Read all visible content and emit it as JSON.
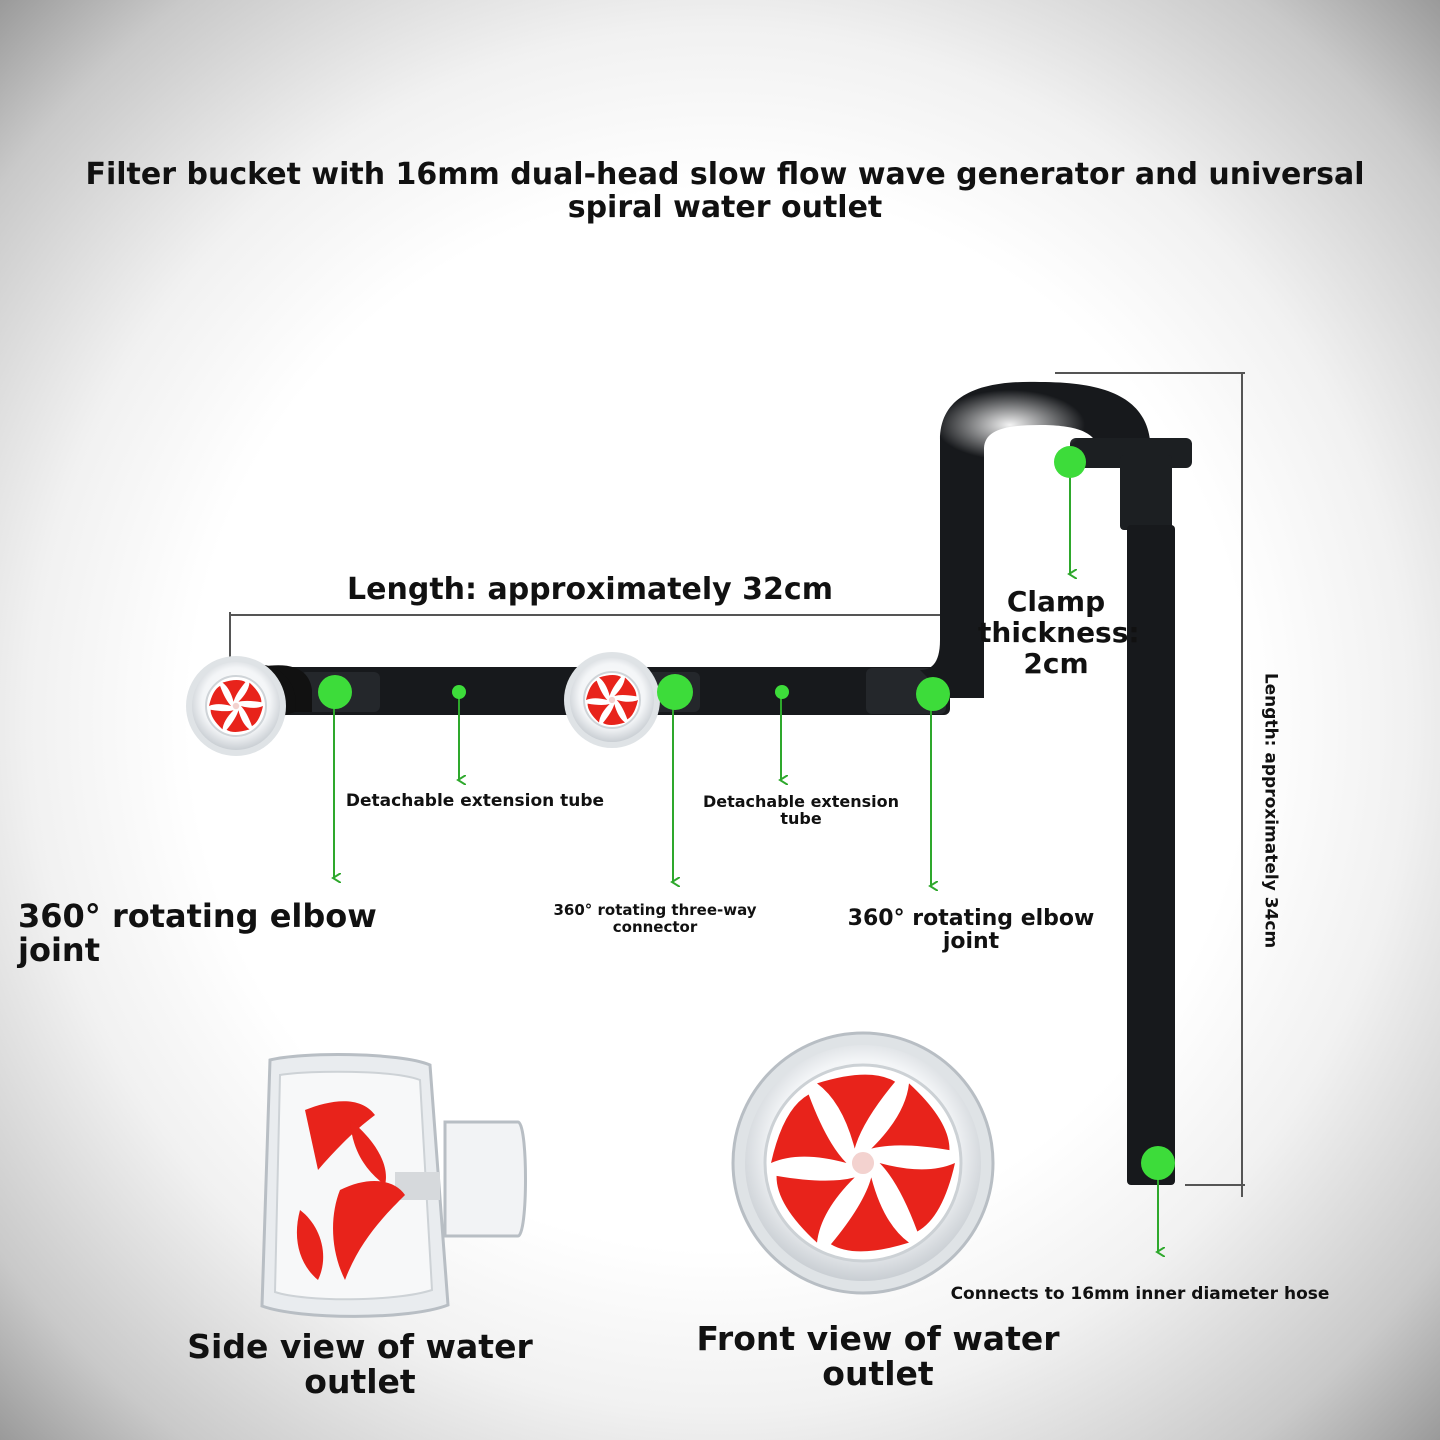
{
  "title": "Filter bucket with 16mm dual-head slow flow wave generator and universal spiral water outlet",
  "labels": {
    "length_horizontal": "Length: approximately 32cm",
    "clamp_thickness": "Clamp thickness: 2cm",
    "extension_tube_left": "Detachable extension tube",
    "extension_tube_right": "Detachable extension tube",
    "elbow_left": "360° rotating elbow joint",
    "three_way": "360° rotating three-way connector",
    "elbow_right": "360° rotating elbow joint",
    "length_vertical": "Length: approximately 34cm",
    "hose_connection": "Connects to 16mm inner diameter hose",
    "side_view": "Side view of water outlet",
    "front_view": "Front view of water outlet"
  },
  "colors": {
    "pipe": "#17191c",
    "marker": "#3ddc3a",
    "arrow": "#2ea82c",
    "impeller": "#e8231b",
    "dimension_line": "#555555"
  }
}
